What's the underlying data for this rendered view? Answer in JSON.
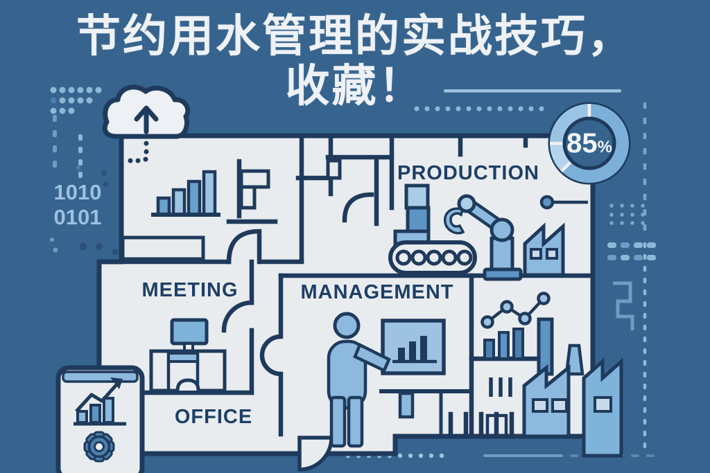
{
  "title": {
    "line1": "节约用水管理的实战技巧，",
    "line2": "收藏！"
  },
  "rooms": {
    "production": "PRODUCTION",
    "management": "MANAGEMENT",
    "meeting": "MEETING",
    "office": "OFFICE"
  },
  "donut": {
    "value": "85",
    "unit": "%"
  },
  "binary": {
    "line1": "1010",
    "line2": "0101"
  },
  "colors": {
    "background": "#36648f",
    "outline_navy": "#1e3a5c",
    "plan_fill": "#e9ecef",
    "light_blue": "#8cb9dd",
    "lighter_blue": "#abcfe8",
    "mid_blue": "#5d94c4",
    "deep_blue": "#4b7fad",
    "accent_white": "#eef1f5"
  },
  "icons": [
    "cloud-upload-icon",
    "donut-chart-icon",
    "bar-chart-icon",
    "desk-computer-icon",
    "presenter-icon",
    "presentation-board-icon",
    "conveyor-belt-icon",
    "robot-arm-icon",
    "factory-icon",
    "trend-line-icon",
    "phone-analytics-icon",
    "growth-arrow-icon",
    "gear-icon"
  ]
}
